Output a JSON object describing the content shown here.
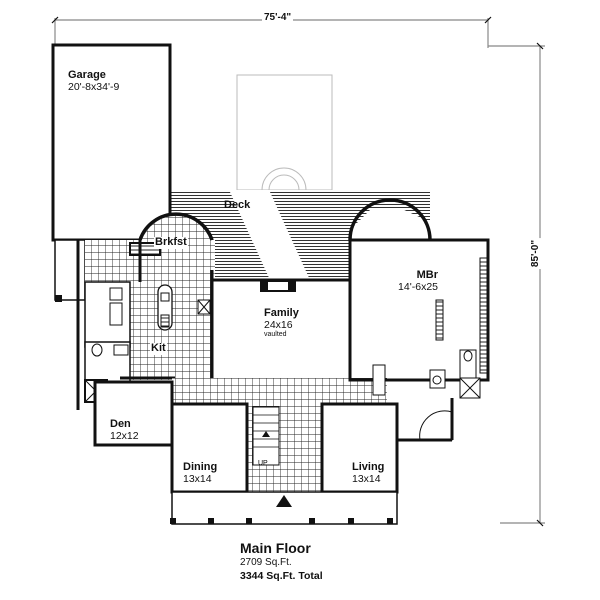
{
  "plan": {
    "overall_width": "75'-4\"",
    "overall_depth": "85'-0\"",
    "rooms": [
      {
        "name": "Garage",
        "size": "20'-8x34'-9"
      },
      {
        "name": "Deck",
        "size": ""
      },
      {
        "name": "Brkfst",
        "size": ""
      },
      {
        "name": "Family",
        "size": "24x16",
        "note": "vaulted"
      },
      {
        "name": "MBr",
        "size": "14'-6x25"
      },
      {
        "name": "Kit",
        "size": ""
      },
      {
        "name": "Den",
        "size": "12x12"
      },
      {
        "name": "Dining",
        "size": "13x14"
      },
      {
        "name": "Living",
        "size": "13x14"
      }
    ],
    "stair_label": "UP",
    "entry_icon": "entry-arrow-icon"
  },
  "caption": {
    "title": "Main Floor",
    "area": "2709 Sq.Ft.",
    "total": "3344 Sq.Ft. Total"
  },
  "colors": {
    "line": "#111111",
    "dim_line": "#888888",
    "background": "#ffffff"
  }
}
